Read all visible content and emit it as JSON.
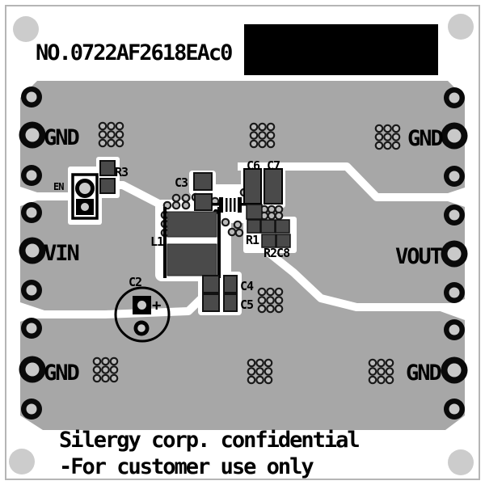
{
  "board": {
    "part_number": "NO.0722AF2618EAc0",
    "terminals": {
      "gnd": "GND",
      "vin": "VIN",
      "vout": "VOUT",
      "en": "EN"
    },
    "components": {
      "r3": "R3",
      "c3": "C3",
      "c6": "C6",
      "c7": "C7",
      "l1": "L1",
      "r1": "R1",
      "r2c8": "R2C8",
      "c2": "C2",
      "c2_polarity": "+",
      "c4": "C4",
      "c5": "C5"
    },
    "footer": {
      "line1": "Silergy corp. confidential",
      "line2": "-For customer use only"
    },
    "colors": {
      "board": "#a7a7a7",
      "silkscreen": "#000000",
      "component_body": "#4a4a4a",
      "pad_center": "#c9c9c9",
      "copper_gap": "#ffffff",
      "label_block": "#000000",
      "tooling_hole": "#cccccc",
      "frame": "#b5b5b5"
    }
  }
}
